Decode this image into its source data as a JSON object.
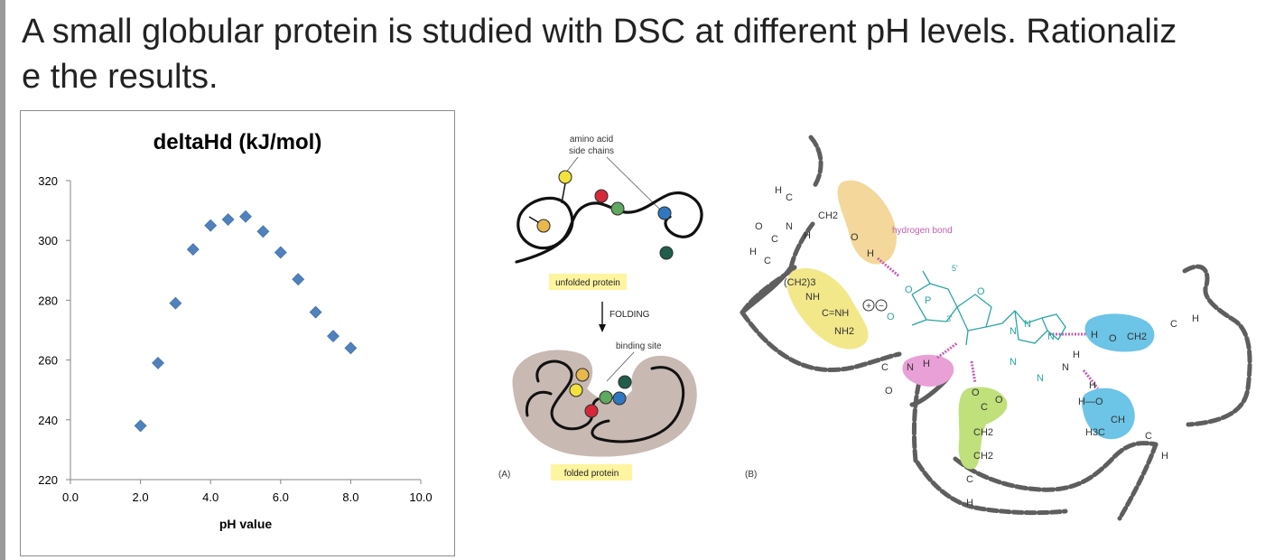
{
  "question": {
    "line1": "A small globular protein is studied with DSC at different pH levels. Rationaliz",
    "line2": "e the results."
  },
  "chart_data": {
    "type": "scatter",
    "title": "deltaHd (kJ/mol)",
    "xlabel": "pH value",
    "ylabel": "",
    "xlim": [
      0,
      10
    ],
    "ylim": [
      220,
      320
    ],
    "x_ticks": [
      "0.0",
      "2.0",
      "4.0",
      "6.0",
      "8.0",
      "10.0"
    ],
    "y_ticks": [
      "220",
      "240",
      "260",
      "280",
      "300",
      "320"
    ],
    "grid": false,
    "marker_color": "#4f81bd",
    "x": [
      2.0,
      2.5,
      3.0,
      3.5,
      4.0,
      4.5,
      5.0,
      5.5,
      6.0,
      6.5,
      7.0,
      7.5,
      8.0
    ],
    "y": [
      238,
      259,
      279,
      297,
      305,
      307,
      308,
      303,
      296,
      287,
      276,
      268,
      264
    ]
  },
  "figure": {
    "panel_a": "(A)",
    "panel_b": "(B)",
    "side_chains_label_1": "amino acid",
    "side_chains_label_2": "side chains",
    "unfolded_label": "unfolded protein",
    "folding_label": "FOLDING",
    "binding_site_label": "binding site",
    "folded_label": "folded protein",
    "hydrogen_bond_label": "hydrogen bond",
    "colors": {
      "label_bg": "#fff4a0",
      "blob": "#c9b9b3",
      "red": "#d7283a",
      "yellow": "#f4e23c",
      "orange": "#e8b84a",
      "green": "#5fa85f",
      "blue": "#2f78c0",
      "darkgreen": "#1f5e4a",
      "hbond": "#c060b0",
      "ligand": "#2aa5a0",
      "yellow_region": "#f2e88a",
      "orange_region": "#f4d79a",
      "pink_region": "#e9a0d6",
      "green_region": "#bfe07a",
      "blue_region": "#6cc4e6"
    },
    "chem": {
      "h": "H",
      "c": "C",
      "o": "O",
      "n": "N",
      "p": "P",
      "ch2": "CH2",
      "ch2_sub": "2",
      "ch2_3": "(CH2)3",
      "nh": "NH",
      "cnh": "C=NH",
      "nh2": "NH2",
      "ch": "CH",
      "h3c": "H3C",
      "ho": "H—O",
      "five_prime": "5'",
      "three_prime": "3'",
      "plus": "+",
      "minus": "−"
    }
  }
}
